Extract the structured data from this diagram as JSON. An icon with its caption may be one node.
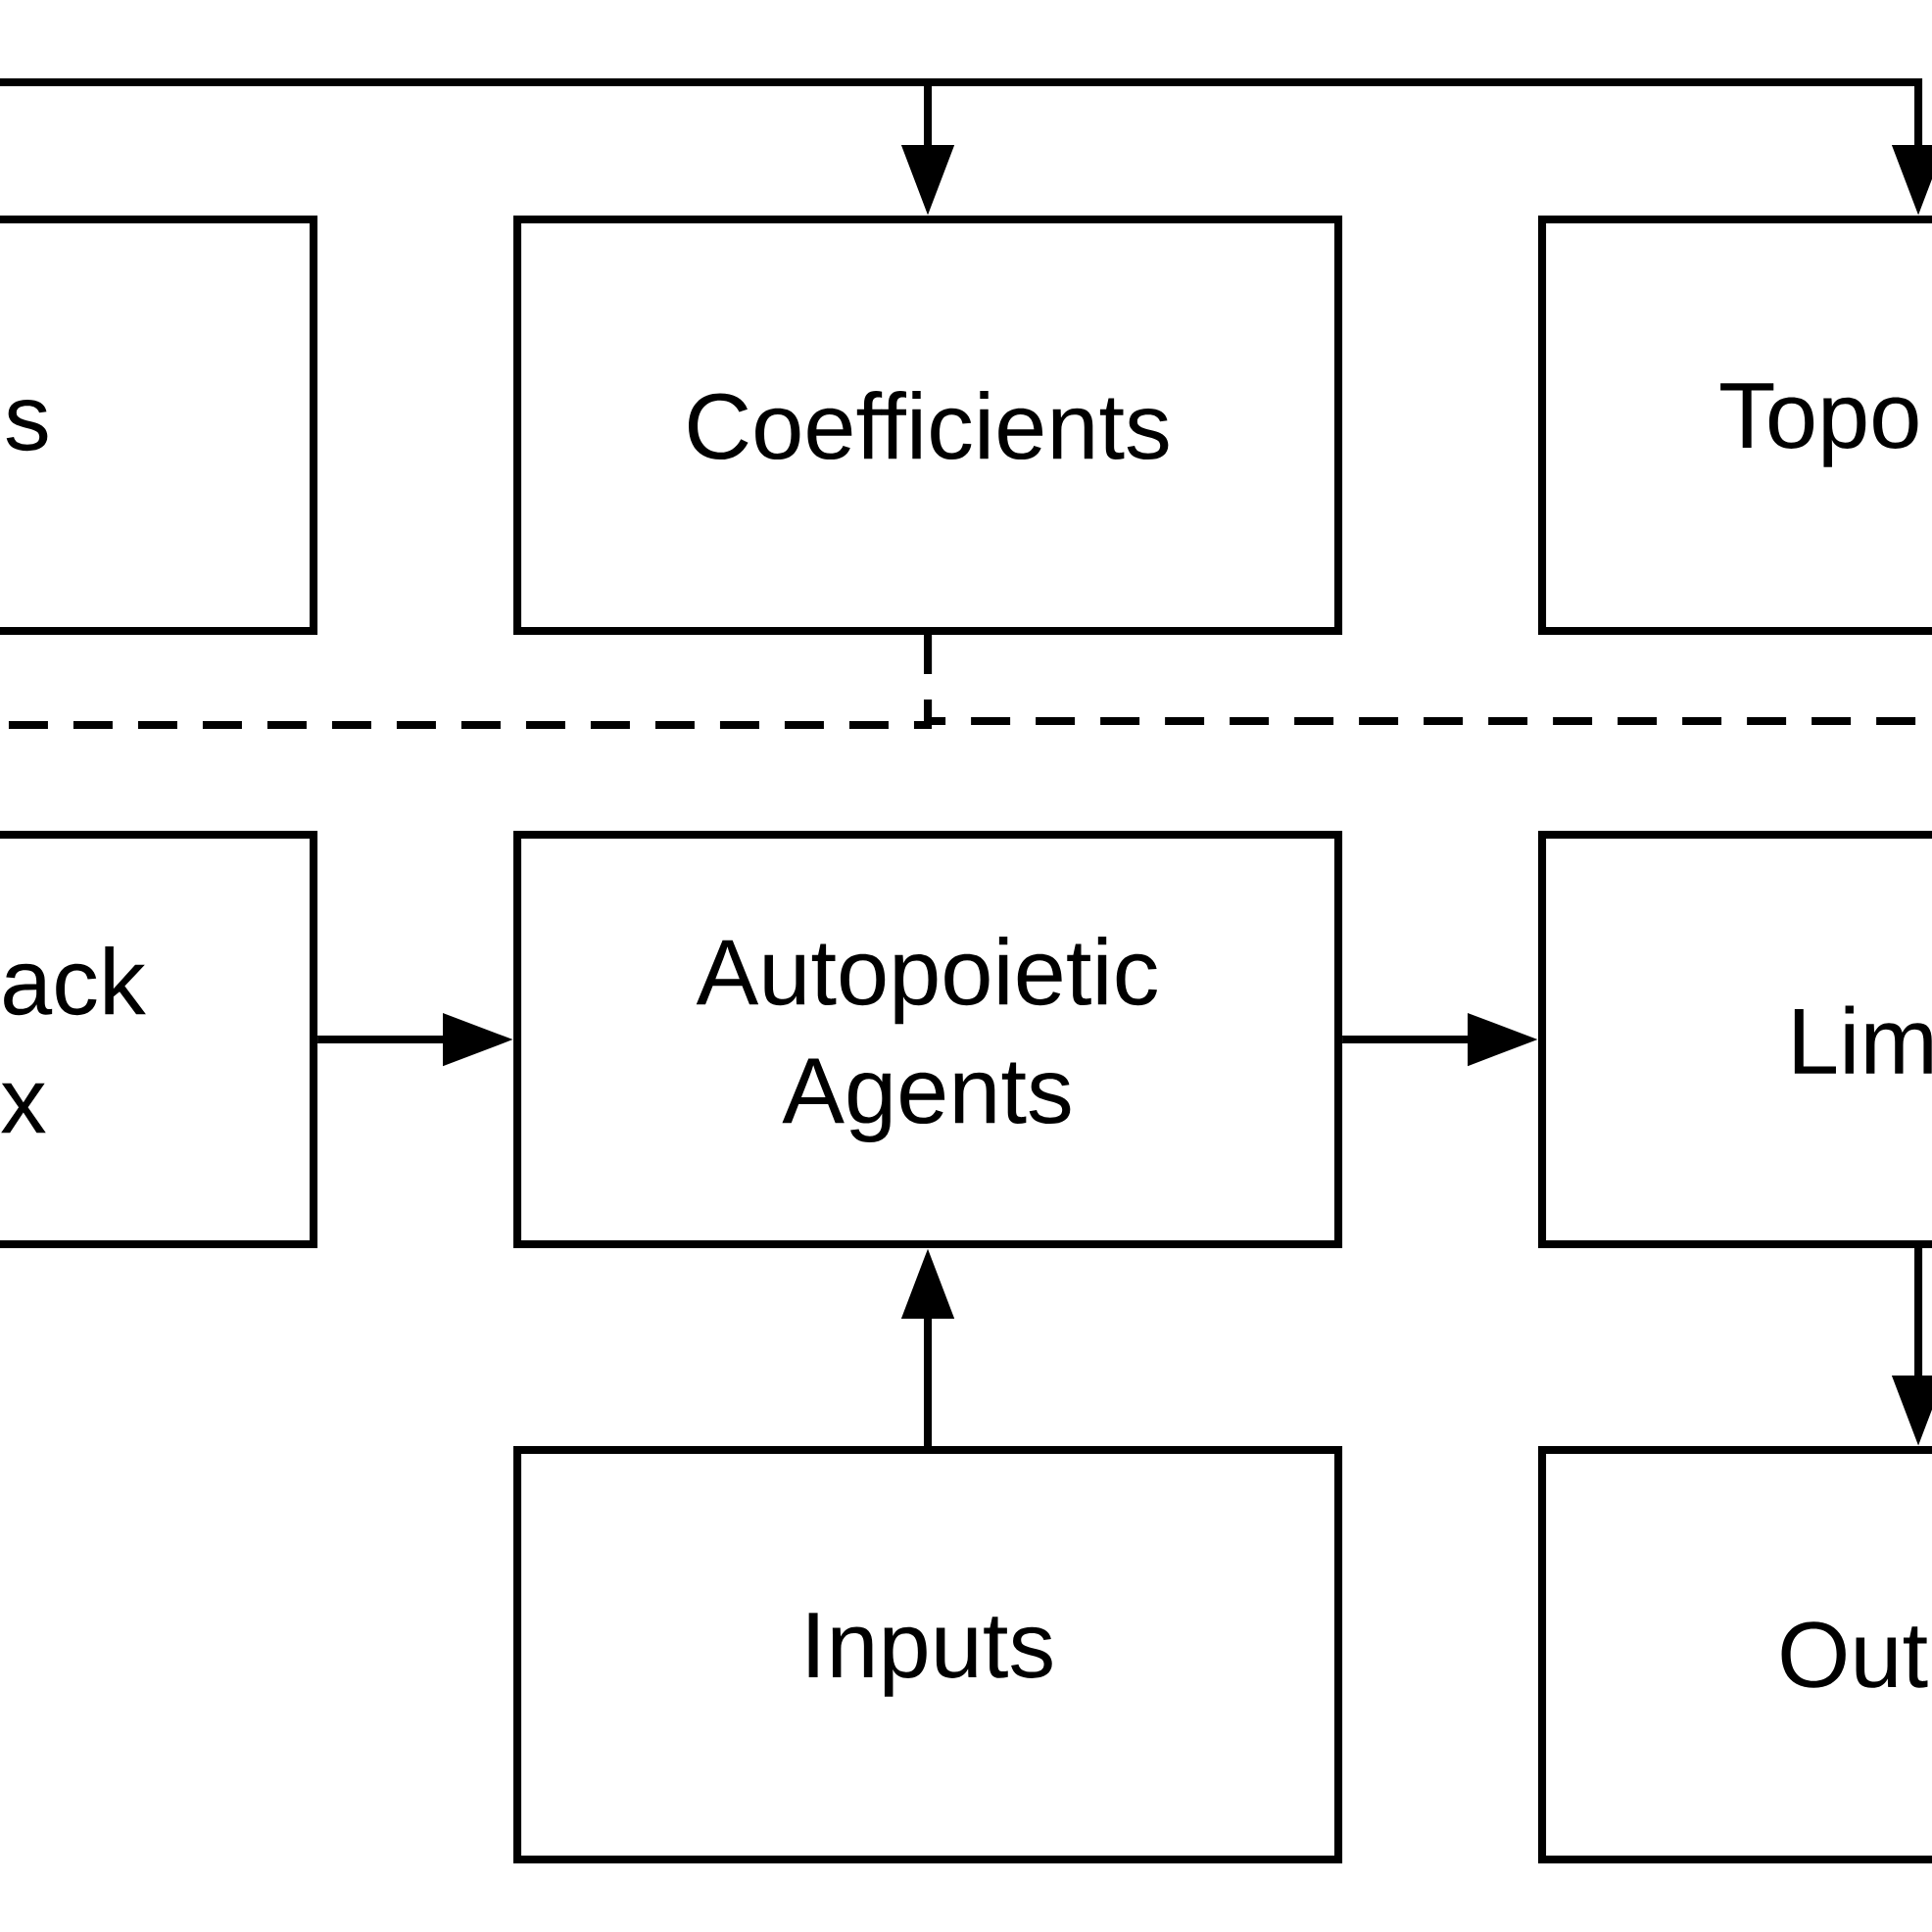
{
  "diagram": {
    "nodes": [
      {
        "text": [
          "s"
        ]
      },
      {
        "text": [
          "Coefficients"
        ]
      },
      {
        "text": [
          "Topo"
        ]
      },
      {
        "text": [
          "ack x"
        ]
      },
      {
        "text": [
          "Autopoietic Agents"
        ]
      },
      {
        "text": [
          "Lim"
        ]
      },
      {
        "text": [
          "Inputs"
        ]
      },
      {
        "text": [
          "Out"
        ]
      }
    ],
    "edges": [
      {
        "from": null,
        "to": 1,
        "arrow": "to"
      },
      {
        "from": null,
        "to": 2,
        "arrow": "to"
      },
      {
        "from": 1,
        "to": null,
        "arrow": "none",
        "style": "dashed"
      },
      {
        "from": 1,
        "to": null,
        "arrow": "none",
        "style": "dashed"
      },
      {
        "from": 3,
        "to": 4,
        "arrow": "to"
      },
      {
        "from": 4,
        "to": 5,
        "arrow": "to"
      },
      {
        "from": 6,
        "to": 4,
        "arrow": "to"
      },
      {
        "from": 5,
        "to": 7,
        "arrow": "to"
      }
    ]
  }
}
